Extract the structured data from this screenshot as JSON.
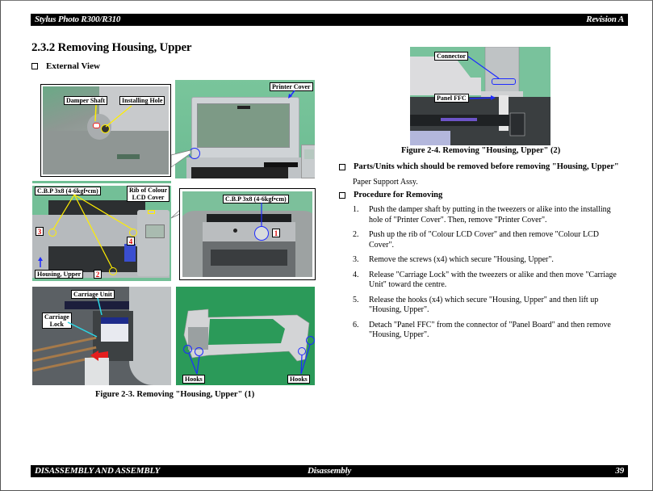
{
  "header": {
    "left": "Stylus Photo R300/R310",
    "right": "Revision A"
  },
  "footer": {
    "left": "DISASSEMBLY AND ASSEMBLY",
    "center": "Disassembly",
    "page_number": "39"
  },
  "section": {
    "number": "2.3.2",
    "title": "2.3.2  Removing Housing, Upper"
  },
  "external_view": {
    "heading": "External View"
  },
  "figure_2_3": {
    "caption": "Figure 2-3.  Removing \"Housing, Upper\" (1)",
    "photos": {
      "damper": {
        "labels": [
          "Damper Shaft",
          "Installing Hole"
        ]
      },
      "cover": {
        "labels": [
          "Printer Cover"
        ]
      },
      "screws": {
        "labels": [
          "C.B.P 3x8 (4-6kgf•cm)",
          "Rib of Colour",
          "LCD Cover",
          "Housing, Upper"
        ],
        "numbers": [
          "3",
          "4",
          "2"
        ]
      },
      "screw_detail": {
        "labels": [
          "C.B.P 3x8 (4-6kgf•cm)"
        ],
        "numbers": [
          "1"
        ]
      },
      "carriage": {
        "labels": [
          "Carriage Unit",
          "Carriage",
          "Lock"
        ]
      },
      "hooks": {
        "labels": [
          "Hooks",
          "Hooks"
        ]
      }
    }
  },
  "figure_2_4": {
    "caption": "Figure 2-4.  Removing \"Housing, Upper\" (2)",
    "labels": [
      "Connector",
      "Panel FFC"
    ]
  },
  "parts_units": {
    "heading": "Parts/Units which should be removed before removing \"Housing, Upper\"",
    "item": "Paper Support Assy."
  },
  "procedure": {
    "heading": "Procedure for Removing",
    "steps": [
      {
        "n": "1.",
        "text": "Push the damper shaft by putting in the tweezers or alike into the installing hole of \"Printer Cover\". Then, remove \"Printer Cover\"."
      },
      {
        "n": "2.",
        "text": "Push up the rib of \"Colour LCD Cover\" and then remove \"Colour LCD Cover\"."
      },
      {
        "n": "3.",
        "text": "Remove the screws (x4) which secure \"Housing, Upper\"."
      },
      {
        "n": "4.",
        "text": "Release \"Carriage Lock\" with the tweezers or alike and then move \"Carriage Unit\" toward the centre."
      },
      {
        "n": "5.",
        "text": "Release the hooks (x4) which secure \"Housing, Upper\" and then lift up \"Housing, Upper\"."
      },
      {
        "n": "6.",
        "text": "Detach \"Panel FFC\" from the connector of \"Panel Board\" and then remove \"Housing, Upper\"."
      }
    ]
  },
  "colors": {
    "photo_green": "#6fbf94",
    "callout_yellow": "#ffee00",
    "callout_blue": "#1e2bff",
    "callout_cyan": "#2ad7e6",
    "number_red": "#dd0000"
  }
}
